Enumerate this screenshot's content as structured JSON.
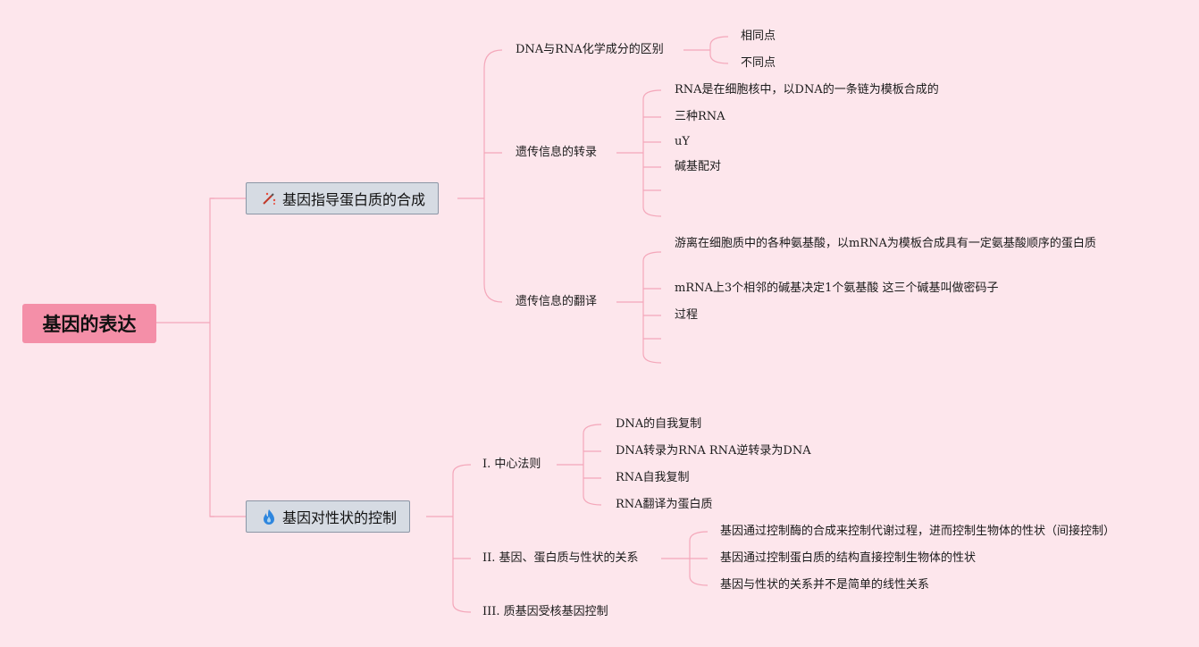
{
  "root": {
    "label": "基因的表达"
  },
  "branches": [
    {
      "label": "基因指导蛋白质的合成",
      "icon": "magic-wand-icon",
      "children": [
        {
          "label": "DNA与RNA化学成分的区别",
          "items": [
            "相同点",
            "不同点"
          ]
        },
        {
          "label": "遗传信息的转录",
          "items": [
            "RNA是在细胞核中，以DNA的一条链为模板合成的",
            "三种RNA",
            "uY",
            "碱基配对",
            "",
            ""
          ]
        },
        {
          "label": "遗传信息的翻译",
          "items": [
            "游离在细胞质中的各种氨基酸，以mRNA为模板合成具有一定氨基酸顺序的蛋白质",
            "mRNA上3个相邻的碱基决定1个氨基酸 这三个碱基叫做密码子",
            "过程",
            "",
            ""
          ]
        }
      ]
    },
    {
      "label": "基因对性状的控制",
      "icon": "fire-icon",
      "children": [
        {
          "label": "I. 中心法则",
          "items": [
            "DNA的自我复制",
            "DNA转录为RNA RNA逆转录为DNA",
            "RNA自我复制",
            "RNA翻译为蛋白质"
          ]
        },
        {
          "label": "II. 基因、蛋白质与性状的关系",
          "items": [
            "基因通过控制酶的合成来控制代谢过程，进而控制生物体的性状（间接控制）",
            "基因通过控制蛋白质的结构直接控制生物体的性状",
            "基因与性状的关系并不是简单的线性关系"
          ]
        },
        {
          "label": "III. 质基因受核基因控制",
          "items": []
        }
      ]
    }
  ],
  "colors": {
    "background": "#fde6ec",
    "line": "#f4a7ba",
    "root_fill": "#f48fa8",
    "branch_fill": "#d6dbe3",
    "branch_border": "#8b96a6"
  }
}
